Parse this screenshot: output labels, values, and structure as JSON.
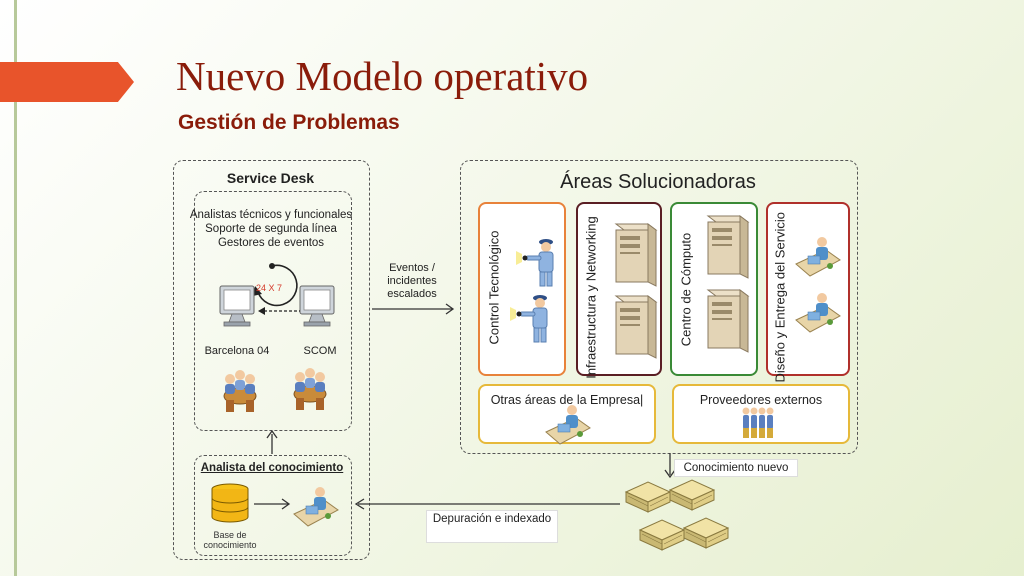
{
  "slide": {
    "title": "Nuevo Modelo operativo",
    "subtitle": "Gestión de Problemas"
  },
  "service_desk": {
    "heading": "Service Desk",
    "roles": [
      "Analistas técnicos y funcionales",
      "Soporte de segunda línea",
      "Gestores de eventos"
    ],
    "cycle_label": "24 X 7",
    "site_left": "Barcelona 04",
    "site_right": "SCOM"
  },
  "knowledge_analyst": {
    "heading": "Analista del conocimiento",
    "db_label": "Base de conocimiento"
  },
  "arrows": {
    "escalated": "Eventos / incidentes escalados",
    "new_knowledge": "Conocimiento nuevo",
    "refine": "Depuración e indexado"
  },
  "areas": {
    "heading": "Áreas Solucionadoras",
    "columns": [
      {
        "label": "Control Tecnológico",
        "color": "#e8823a"
      },
      {
        "label": "Infraestructura y Networking",
        "color": "#5a1e24"
      },
      {
        "label": "Centro de Cómputo",
        "color": "#3a8a36"
      },
      {
        "label": "Diseño y Entrega del Servicio",
        "color": "#b0302b"
      }
    ],
    "bottom": [
      {
        "label": "Otras áreas de la Empresa|",
        "color": "#e6b93a"
      },
      {
        "label": "Proveedores externos",
        "color": "#e6b93a"
      }
    ]
  },
  "icons": {
    "monitor": "monitor-icon",
    "meeting": "meeting-icon",
    "guard": "guard-icon",
    "server": "server-icon",
    "analyst": "analyst-desk-icon",
    "database": "database-icon",
    "documents": "document-stack-icon",
    "people": "people-group-icon"
  }
}
